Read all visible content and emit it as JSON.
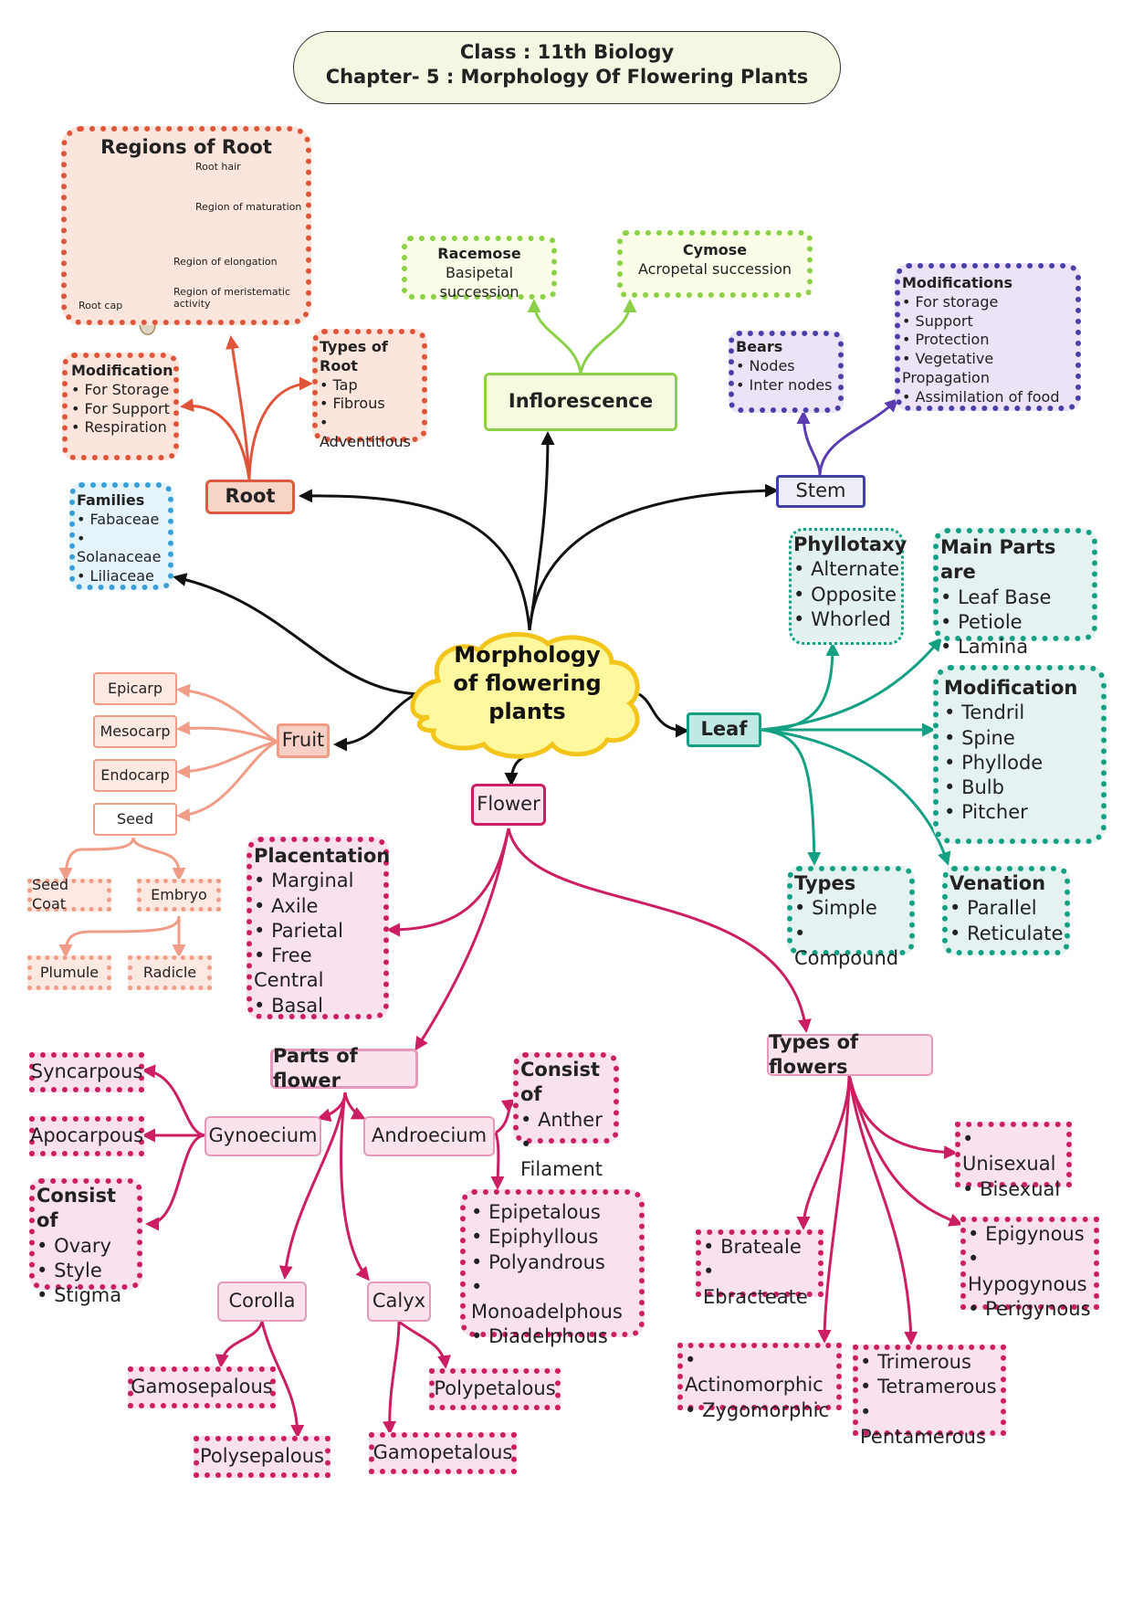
{
  "header": {
    "line1": "Class : 11th Biology",
    "line2": "Chapter- 5 : Morphology Of Flowering Plants"
  },
  "center": {
    "label": "Morphology of flowering plants"
  },
  "root": {
    "label": "Root",
    "regions": {
      "title": "Regions of Root",
      "labels": {
        "hair": "Root hair",
        "maturation": "Region of maturation",
        "elongation": "Region of elongation",
        "meristem1": "Region of meristematic",
        "meristem2": "activity",
        "cap": "Root cap"
      }
    },
    "modification": {
      "title": "Modification",
      "items": [
        "For Storage",
        "For Support",
        "Respiration"
      ]
    },
    "types": {
      "title": "Types of Root",
      "items": [
        "Tap",
        "Fibrous",
        "Adventitious"
      ]
    },
    "families": {
      "title": "Families",
      "items": [
        "Fabaceae",
        "Solanaceae",
        "Liliaceae"
      ]
    }
  },
  "inflorescence": {
    "label": "Inflorescence",
    "racemose": {
      "title": "Racemose",
      "desc": "Basipetal succession"
    },
    "cymose": {
      "title": "Cymose",
      "desc": "Acropetal succession"
    }
  },
  "stem": {
    "label": "Stem",
    "bears": {
      "title": "Bears",
      "items": [
        "Nodes",
        "Inter nodes"
      ]
    },
    "modifications": {
      "title": "Modifications",
      "items": [
        "For storage",
        "Support",
        "Protection",
        "Vegetative Propagation",
        "Assimilation of food"
      ]
    }
  },
  "leaf": {
    "label": "Leaf",
    "phyllotaxy": {
      "title": "Phyllotaxy",
      "items": [
        "Alternate",
        "Opposite",
        "Whorled"
      ]
    },
    "main_parts": {
      "title": "Main Parts are",
      "items": [
        "Leaf Base",
        "Petiole",
        "Lamina"
      ]
    },
    "modification": {
      "title": "Modification",
      "items": [
        "Tendril",
        "Spine",
        "Phyllode",
        "Bulb",
        "Pitcher"
      ]
    },
    "types": {
      "title": "Types",
      "items": [
        "Simple",
        "Compound"
      ]
    },
    "venation": {
      "title": "Venation",
      "items": [
        "Parallel",
        "Reticulate"
      ]
    }
  },
  "fruit": {
    "label": "Fruit",
    "parts": [
      "Epicarp",
      "Mesocarp",
      "Endocarp",
      "Seed"
    ],
    "seed_parts": [
      "Seed Coat",
      "Embryo"
    ],
    "embryo_parts": [
      "Plumule",
      "Radicle"
    ]
  },
  "flower": {
    "label": "Flower",
    "placentation": {
      "title": "Placentation",
      "items": [
        "Marginal",
        "Axile",
        "Parietal",
        "Free Central",
        "Basal"
      ]
    },
    "parts_of_flower": "Parts of flower",
    "gynoecium": "Gynoecium",
    "androecium": "Androecium",
    "corolla": "Corolla",
    "calyx": "Calyx",
    "syncarpous": "Syncarpous",
    "apocarpous": "Apocarpous",
    "gyn_consist": {
      "title": "Consist of",
      "items": [
        "Ovary",
        "Style",
        "Stigma"
      ]
    },
    "and_consist": {
      "title": "Consist of",
      "items": [
        "Anther",
        "Filament"
      ]
    },
    "stamens": [
      "Epipetalous",
      "Epiphyllous",
      "Polyandrous",
      "Monoadelphous",
      "Diadelphous"
    ],
    "gamosepalous": "Gamosepalous",
    "polysepalous": "Polysepalous",
    "polypetalous": "Polypetalous",
    "gamopetalous": "Gamopetalous",
    "types_of_flowers": "Types of flowers",
    "sexuality": [
      "Unisexual",
      "Bisexual"
    ],
    "ovary_position": [
      "Epigynous",
      "Hypogynous",
      "Perigynous"
    ],
    "bracts": [
      "Brateale",
      "Ebracteate"
    ],
    "symmetry": [
      "Actinomorphic",
      "Zygomorphic"
    ],
    "merous": [
      "Trimerous",
      "Tetramerous",
      "Pentamerous"
    ]
  }
}
